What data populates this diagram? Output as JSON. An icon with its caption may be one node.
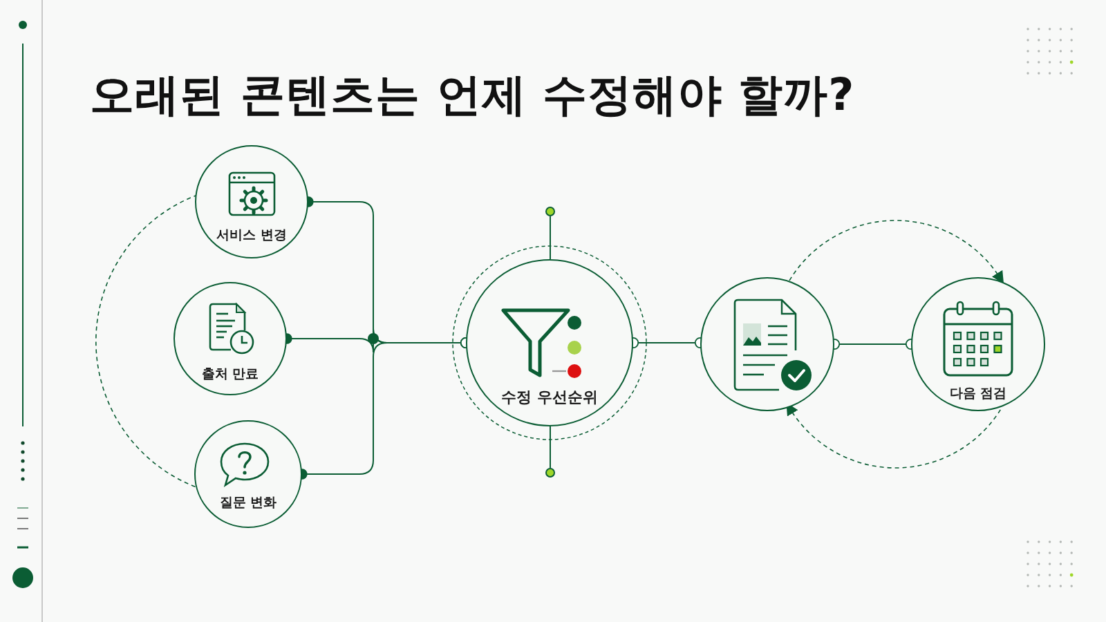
{
  "diagram": {
    "title": "오래된 콘텐츠는 언제 수정해야 할까?",
    "nodes": [
      {
        "text": [
          "서비스 변경"
        ]
      },
      {
        "text": [
          "출처 만료"
        ]
      },
      {
        "text": [
          "질문 변화"
        ]
      },
      {
        "text": [],
        "shape": "circle"
      },
      {
        "text": [
          "수정 우선순위"
        ]
      },
      {
        "text": [],
        "shape": "circle"
      },
      {
        "text": [],
        "shape": "circle"
      },
      {
        "text": [
          "다음 점검"
        ]
      }
    ],
    "edges": [
      {
        "from": 0,
        "to": 4,
        "arrow": "other"
      },
      {
        "from": 1,
        "to": 4,
        "arrow": "other"
      },
      {
        "from": 2,
        "to": 4,
        "arrow": "other"
      },
      {
        "from": 3,
        "to": 4,
        "arrow": "none"
      },
      {
        "from": 5,
        "to": 4,
        "arrow": "none"
      },
      {
        "from": 4,
        "to": 6,
        "arrow": "other"
      },
      {
        "from": 6,
        "to": 7,
        "arrow": "other"
      },
      {
        "from": 0,
        "to": 2,
        "arrow": "none",
        "style": "dashed"
      },
      {
        "from": 6,
        "to": 7,
        "arrow": "to",
        "style": "dashed"
      },
      {
        "from": 7,
        "to": 6,
        "arrow": "to",
        "style": "dashed"
      }
    ]
  }
}
